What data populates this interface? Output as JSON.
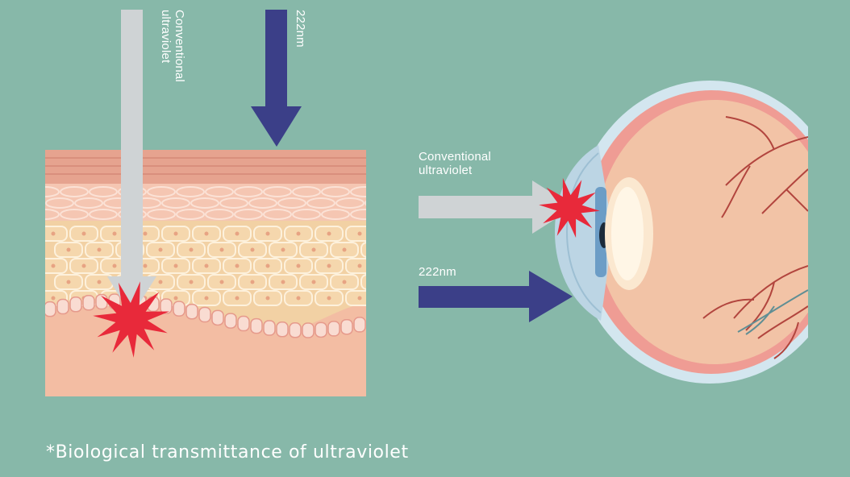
{
  "skin_labels": {
    "conventional_line1": "Conventional",
    "conventional_line2": "ultraviolet",
    "far_uvc": "222nm"
  },
  "eye_labels": {
    "conventional_line1": "Conventional",
    "conventional_line2": "ultraviolet",
    "far_uvc": "222nm"
  },
  "caption": "*Biological transmittance of ultraviolet",
  "colors": {
    "background": "#87b8a9",
    "conventional_arrow": "#cfd3d5",
    "far_uvc_arrow": "#3b3f88",
    "damage_burst": "#e8293a",
    "skin_surface": "#e8a791",
    "epidermis": "#f2d1a4",
    "dermis": "#f3bda3",
    "eye_body": "#f2c3a6",
    "blood_vessel": "#b2453e"
  },
  "icons": {
    "damage": "starburst-icon",
    "eye": "eye-cross-section-illustration",
    "skin": "skin-cross-section-illustration"
  }
}
